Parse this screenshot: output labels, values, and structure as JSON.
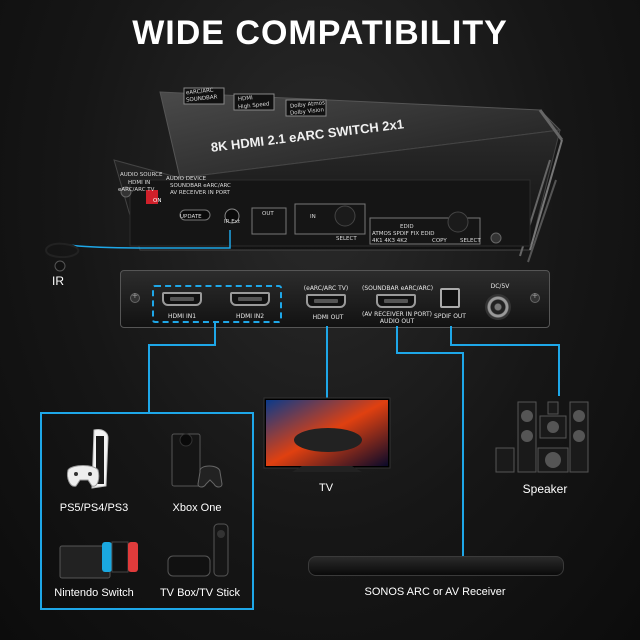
{
  "title": "WIDE COMPATIBILITY",
  "device": {
    "top_name": "8K HDMI 2.1 eARC SWITCH 2x1",
    "top_badges": [
      "eARC/ARC",
      "SOUNDBAR",
      "HDMI",
      "High Speed",
      "Dolby Atmos",
      "Dolby Vision"
    ],
    "front_labels": {
      "audio_source": "AUDIO SOURCE",
      "hdmi_in": "HDMI IN",
      "earc_tv": "eARC/ARC TV",
      "audio_device": "AUDIO DEVICE",
      "soundbar": "SOUNDBAR eARC/ARC",
      "av_receiver": "AV RECEIVER IN PORT",
      "update": "UPDATE",
      "ir_ext": "IR Ext",
      "out": "OUT",
      "in": "IN",
      "select": "SELECT",
      "edid": "EDID",
      "edid_modes": "ATMOS  SPDIF  FIX EDID",
      "edid_res": "4K1  4K3  4K2",
      "copy": "COPY",
      "on": "ON"
    },
    "back_ports": {
      "hdmi_in1": "HDMI IN1",
      "hdmi_in2": "HDMI IN2",
      "earc_tv": "(eARC/ARC TV)",
      "hdmi_out": "HDMI OUT",
      "soundbar": "(SOUNDBAR eARC/ARC)",
      "av_receiver": "(AV RECEIVER IN PORT)",
      "audio_out": "AUDIO OUT",
      "spdif_out": "SPDIF OUT",
      "dc": "DC/5V"
    }
  },
  "ir_label": "IR",
  "sources": [
    {
      "label": "PS5/PS4/PS3"
    },
    {
      "label": "Xbox One"
    },
    {
      "label": "Nintendo Switch"
    },
    {
      "label": "TV Box/TV Stick"
    }
  ],
  "tv_label": "TV",
  "speaker_label": "Speaker",
  "soundbar_label": "SONOS ARC or AV Receiver",
  "colors": {
    "accent": "#1ea7e8",
    "background": "#161616"
  }
}
